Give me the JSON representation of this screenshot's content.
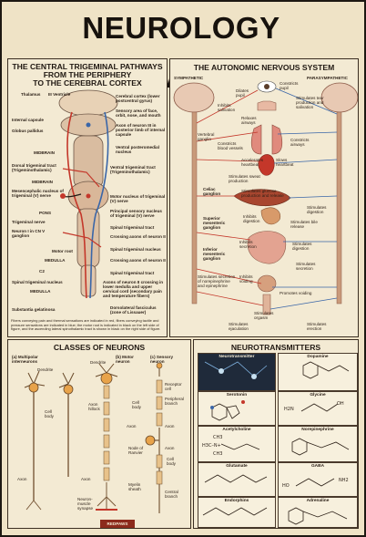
{
  "title": "NEUROLOGY KNOWLEDGE",
  "trigeminal": {
    "title_lines": [
      "THE CENTRAL TRIGEMINAL PATHWAYS",
      "FROM THE PERIPHERY",
      "TO THE CEREBRAL CORTEX"
    ],
    "labels_left": [
      "Thalamus",
      "III Ventricle",
      "Internal capsule",
      "Globus pallidus",
      "MIDBRAIN",
      "Dorsal trigeminal tract (Trigeminothalamic)",
      "MIDBRAIN",
      "Mesencephalic nucleus of trigeminal (V) nerve",
      "PONS",
      "Trigeminal nerve",
      "Neuron I in CN V ganglion",
      "Motor root",
      "MEDULLA",
      "C2",
      "Spinal trigeminal nucleus",
      "MEDULLA",
      "Substantia gelatinosa"
    ],
    "labels_right": [
      "Cerebral cortex (lower postcentral gyrus)",
      "Sensory area of face, orbit, nose, and mouth",
      "Axon of neuron III in posterior limb of internal capsule",
      "Ventral posteromedial nucleus",
      "Ventral trigeminal tract (Trigeminothalamic)",
      "Motor nucleus of trigeminal (V) nerve",
      "Principal sensory nucleus of trigeminal (V) nerve",
      "Spinal trigeminal tract",
      "Crossing axons of neuron II",
      "Spinal trigeminal nucleus",
      "Crossing axons of neuron II",
      "Spinal trigeminal tract",
      "Axons of neuron II crossing in lower medulla and upper cervical cord (secondary pain and temperature fibers)",
      "Dorsolateral fasciculus (zone of Lissauer)"
    ],
    "caption": "Fibers conveying pain and thermal sensations are indicated in red, fibers conveying tactile and pressure sensations are indicated in blue; the motor root is indicated in black on the left side of figure, and the ascending lateral spinothalamic tract is shown in black on the right side of figure."
  },
  "autonomic": {
    "title": "THE AUTONOMIC NERVOUS SYSTEM",
    "labels": [
      "SYMPATHETIC",
      "PARASYMPATHETIC",
      "Dilates pupil",
      "Constricts pupil",
      "Inhibits salivation",
      "Stimulates tear production and salivation",
      "Relaxes airways",
      "Constricts airways",
      "Vertebral ganglia",
      "Constricts blood vessels",
      "Accelerates heartbeat",
      "Slows heartbeat",
      "Stimulates sweat production",
      "Celiac ganglion",
      "Stimulates glucose production and release",
      "Stimulates digestion",
      "Superior mesenteric ganglion",
      "Inhibits digestion",
      "Stimulates bile release",
      "Inhibits secretion",
      "Stimulates digestion",
      "Inferior mesenteric ganglion",
      "Stimulates secretion",
      "Stimulates secretion of norepinephrine and epinephrine",
      "Inhibits voiding",
      "Promotes voiding",
      "Stimulates orgasm",
      "Stimulates ejaculation",
      "Stimulates erection"
    ]
  },
  "neurons": {
    "title": "CLASSES OF NEURONS",
    "classes": [
      "(a) Multipolar interneurons",
      "(b) Motor neuron",
      "(c) Sensory neuron"
    ],
    "labels": [
      "Dendrite",
      "Dendrite",
      "Cell body",
      "Axon hillock",
      "Cell body",
      "Axon",
      "Receptor cell",
      "Peripheral branch",
      "Axon",
      "Node of Ranvier",
      "Axon",
      "Cell body",
      "Myelin sheath",
      "Axon",
      "Neuron-muscle synapse",
      "Central branch",
      "Axon"
    ]
  },
  "neurotransmitters": {
    "title": "NEUROTRANSMITTERS",
    "items": [
      {
        "name": "Neurotransmitter"
      },
      {
        "name": "Dopamine"
      },
      {
        "name": "Serotonin"
      },
      {
        "name": "Glycine"
      },
      {
        "name": "Acetylcholine"
      },
      {
        "name": "Norepinephrine"
      },
      {
        "name": "Glutamate"
      },
      {
        "name": "GABA"
      },
      {
        "name": "Endorphins"
      },
      {
        "name": "Adrenaline"
      }
    ],
    "formula_glycine_left": "H2N",
    "formula_glycine_right": "OH",
    "formula_gaba_right": "NH2",
    "formula_gaba_left": "HO",
    "formula_ach_top": "CH3",
    "formula_ach_left": "H3C–N+",
    "formula_ach_bottom": "CH3"
  },
  "logo_text": "REDPAWS",
  "colors": {
    "background": "#efe3c6",
    "ink": "#201812",
    "red": "#c4372a",
    "blue": "#3a66a8",
    "pink": "#d7876f"
  }
}
